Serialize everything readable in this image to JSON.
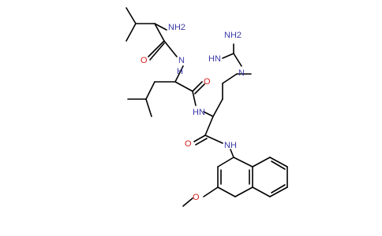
{
  "diagram": {
    "type": "skeletal-structure",
    "colors": {
      "bond": "#000000",
      "nitrogen": "#3a3aa8",
      "oxygen": "#d21e1e",
      "background": "#ffffff"
    },
    "atom_labels": {
      "nh2_top": "NH2",
      "nh2_guan": "NH2",
      "nh_guan": "HN",
      "n_guan": "N",
      "nh_1": "N",
      "h_1": "H",
      "o_1": "O",
      "o_2": "O",
      "nh_2": "N",
      "h_2": "H",
      "o_3": "O",
      "nh_3": "N",
      "h_3": "H",
      "o_methoxy": "O"
    }
  }
}
